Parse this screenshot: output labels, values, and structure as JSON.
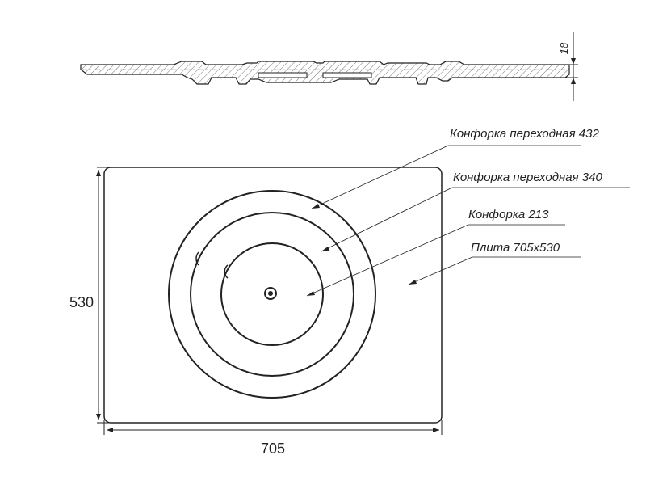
{
  "labels": {
    "ring_432": "Конфорка переходная 432",
    "ring_340": "Конфорка переходная 340",
    "burner_213": "Конфорка 213",
    "plate": "Плита 705x530"
  },
  "dimensions": {
    "thickness": "18",
    "height": "530",
    "width": "705"
  }
}
